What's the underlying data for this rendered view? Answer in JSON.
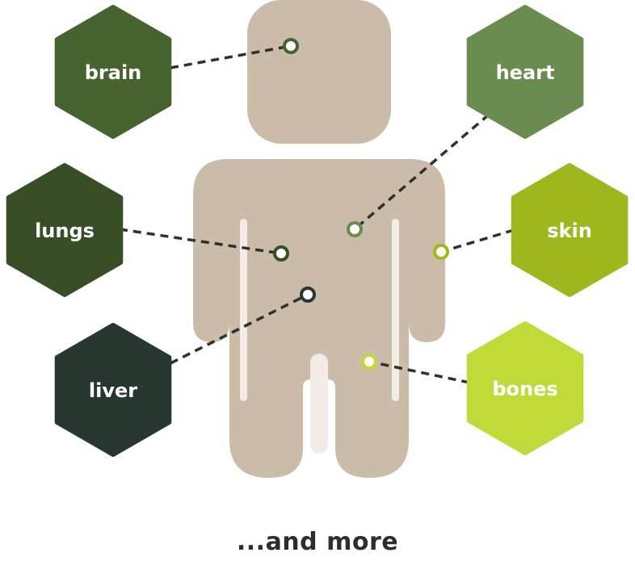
{
  "colors": {
    "body": "#cbbba9",
    "body_highlight": "#f3ebe6",
    "line": "#2c322e",
    "text": "#2a2f2a"
  },
  "organs": [
    {
      "id": "brain",
      "label": "brain",
      "color": "#476330"
    },
    {
      "id": "heart",
      "label": "heart",
      "color": "#6a8c4f"
    },
    {
      "id": "lungs",
      "label": "lungs",
      "color": "#384e26"
    },
    {
      "id": "skin",
      "label": "skin",
      "color": "#9fb71c"
    },
    {
      "id": "liver",
      "label": "liver",
      "color": "#283730"
    },
    {
      "id": "bones",
      "label": "bones",
      "color": "#c2d93a"
    }
  ],
  "footer": {
    "text": "...and more"
  }
}
